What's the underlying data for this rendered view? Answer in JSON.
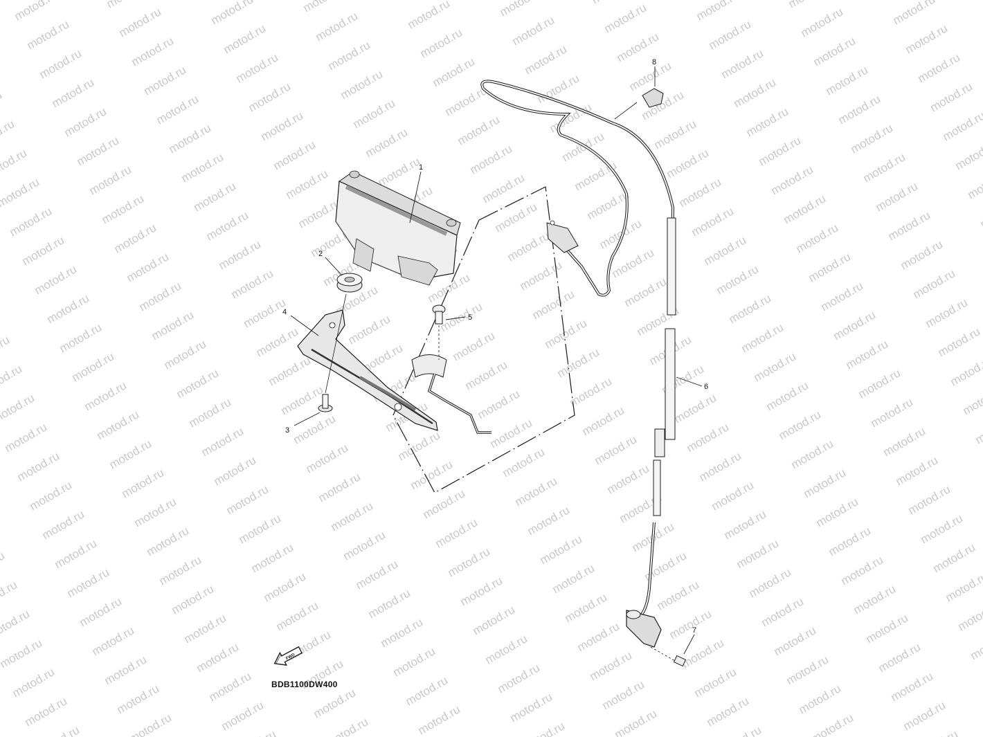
{
  "watermark": {
    "text": "motod.ru",
    "color": "#c9c9c9"
  },
  "diagram_code": "BDB1100DW400",
  "front_arrow": {
    "label": "FWD",
    "icon": "front-direction-arrow-icon"
  },
  "callouts": [
    {
      "id": "1",
      "part": "meter-assembly"
    },
    {
      "id": "2",
      "part": "grommet"
    },
    {
      "id": "3",
      "part": "collar"
    },
    {
      "id": "4",
      "part": "meter-bracket"
    },
    {
      "id": "5",
      "part": "bolt"
    },
    {
      "id": "6",
      "part": "speedometer-cable"
    },
    {
      "id": "7",
      "part": "bolt"
    },
    {
      "id": "8",
      "part": "connector"
    }
  ],
  "colors": {
    "line": "#1a1a1a",
    "part_fill": "#f2f2f2",
    "part_shade": "#cfcfcf"
  }
}
